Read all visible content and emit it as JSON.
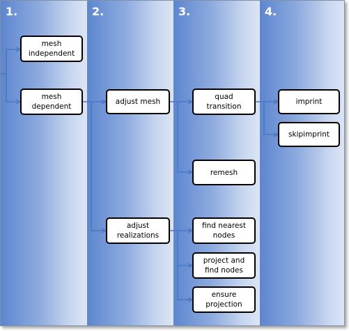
{
  "columns": [
    {
      "label": "1."
    },
    {
      "label": "2."
    },
    {
      "label": "3."
    },
    {
      "label": "4."
    }
  ],
  "nodes": {
    "mesh_independent": "mesh\nindependent",
    "mesh_dependent": "mesh\ndependent",
    "adjust_mesh": "adjust mesh",
    "adjust_realizations": "adjust\nrealizations",
    "quad_transition": "quad\ntransition",
    "remesh": "remesh",
    "find_nearest_nodes": "find nearest\nnodes",
    "project_and_find_nodes": "project and\nfind nodes",
    "ensure_projection": "ensure\nprojection",
    "imprint": "imprint",
    "skipimprint": "skipimprint"
  },
  "colors": {
    "connector": "#4a78c4",
    "node_border": "#000000",
    "header_text": "#ffffff"
  }
}
